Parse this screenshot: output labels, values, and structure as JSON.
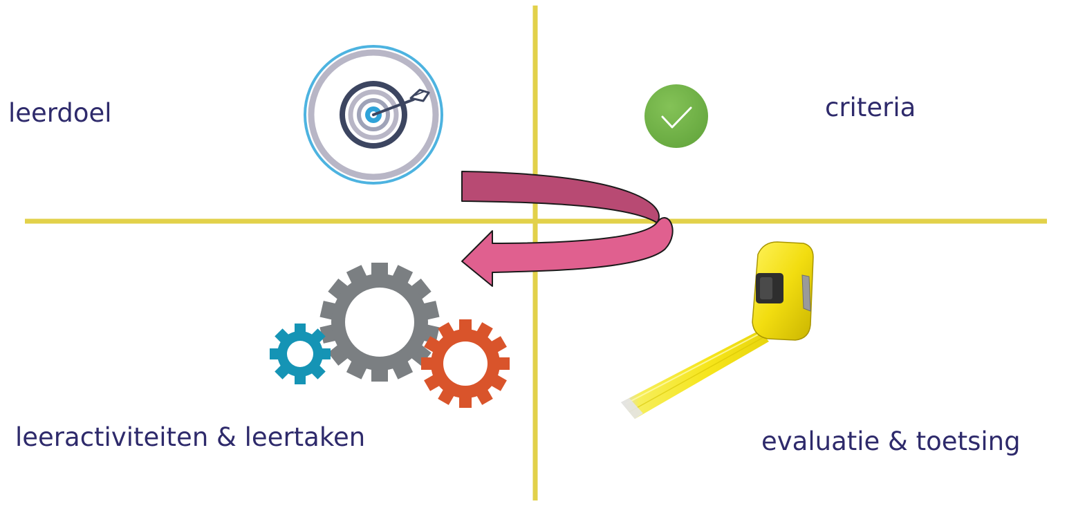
{
  "diagram": {
    "quadrants": {
      "top_left": {
        "label": "leerdoel",
        "icon": "target-icon"
      },
      "top_right": {
        "label": "criteria",
        "icon": "checkmark-icon"
      },
      "bottom_left": {
        "label": "leeractiviteiten & leertaken",
        "icon": "gears-icon"
      },
      "bottom_right": {
        "label": "evaluatie & toetsing",
        "icon": "measuring-tape-icon"
      }
    },
    "colors": {
      "divider": "#e2d14a",
      "text": "#2e2a6b",
      "arrow": "#e0608f",
      "arrow_dark": "#b84a73",
      "target_ring_outer": "#4db3e0",
      "target_ring_grey": "#b8b6c6",
      "target_ring_navy": "#3c4560",
      "target_center": "#2fa3d9",
      "check_circle": "#72b24a",
      "gear_grey": "#7b7f82",
      "gear_blue": "#1594b5",
      "gear_red": "#d9542b",
      "tape_yellow": "#f3e212"
    }
  }
}
